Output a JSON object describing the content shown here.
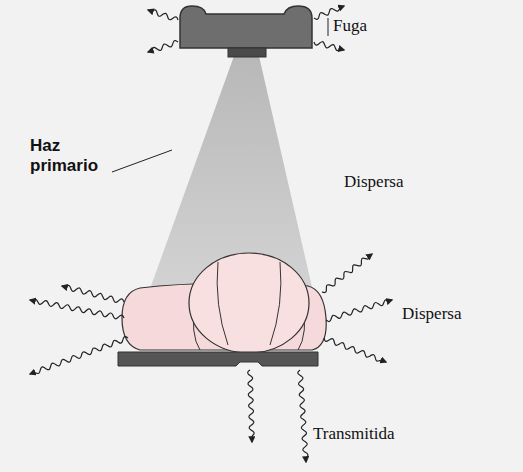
{
  "diagram": {
    "labels": [
      "Fuga",
      "Haz primario",
      "Dispersa",
      "Dispersa",
      "Transmitida"
    ]
  }
}
